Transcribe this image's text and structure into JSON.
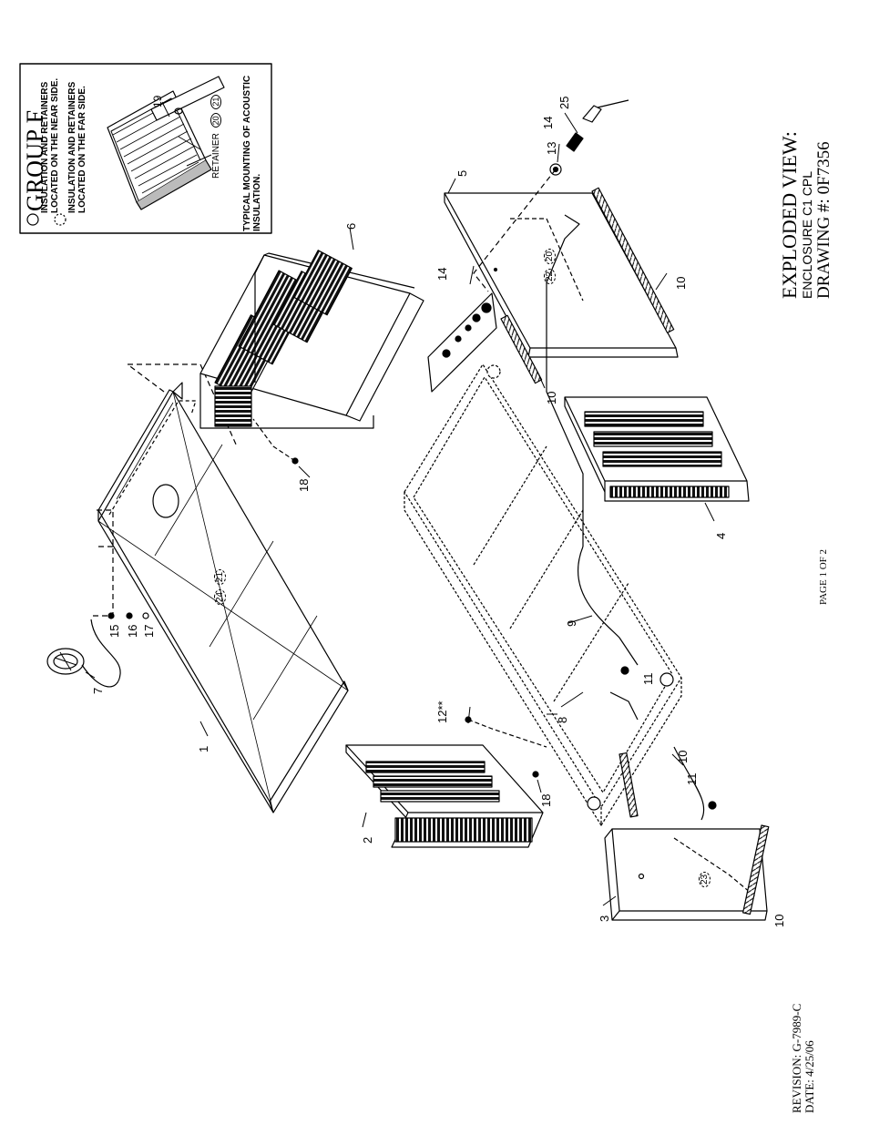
{
  "group_title": "GROUP F",
  "legend": {
    "near_line1": "INSULATION AND RETAINERS",
    "near_line2": "LOCATED ON THE NEAR SIDE.",
    "far_line1": "INSULATION AND RETAINERS",
    "far_line2": "LOCATED ON THE FAR SIDE.",
    "retainer_label": "RETAINER",
    "retainer_nums": [
      "20",
      "21"
    ],
    "item_19": "19",
    "caption_line1": "TYPICAL MOUNTING OF ACOUSTIC",
    "caption_line2": "INSULATION."
  },
  "title_block": {
    "line1": "EXPLODED VIEW:",
    "line2": "ENCLOSURE C1 CPL",
    "line3": "DRAWING #: 0F7356"
  },
  "page_label": "PAGE 1 OF 2",
  "revision": {
    "line1": "REVISION: G-7989-C",
    "line2": "DATE:  4/25/06"
  },
  "callouts": {
    "c1": "1",
    "c2": "2",
    "c3": "3",
    "c4": "4",
    "c5": "5",
    "c6": "6",
    "c7": "7",
    "c8": "8",
    "c9": "9",
    "c10a": "10",
    "c10b": "10",
    "c10c": "10",
    "c10d": "10",
    "c11a": "11",
    "c11b": "11",
    "c12": "12**",
    "c13": "13",
    "c14a": "14",
    "c14b": "14",
    "c15": "15",
    "c16": "16",
    "c17": "17",
    "c18a": "18",
    "c18b": "18",
    "c25": "25"
  },
  "circled_refs": {
    "top_a": "24",
    "top_b": "21",
    "door_right_a": "22",
    "door_right_b": "20",
    "door_left": "23"
  }
}
